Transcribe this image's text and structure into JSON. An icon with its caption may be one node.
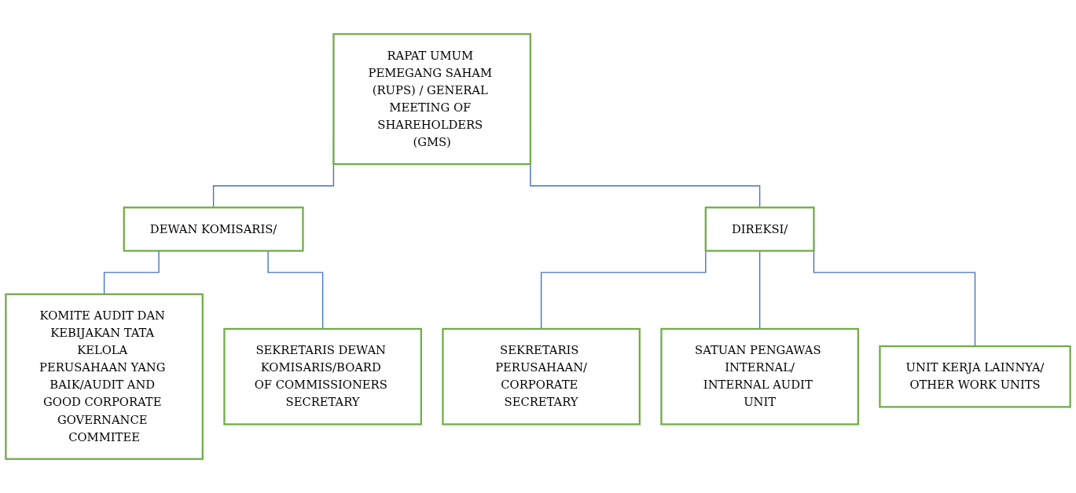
{
  "diagram": {
    "nodes": [
      {
        "text": [
          "RAPAT UMUM PEMEGANG SAHAM (RUPS) / GENERAL MEETING OF SHAREHOLDERS (GMS)"
        ]
      },
      {
        "text": [
          "DEWAN KOMISARIS/"
        ]
      },
      {
        "text": [
          "DIREKSI/"
        ]
      },
      {
        "text": [
          "KOMITE AUDIT DAN KEBIJAKAN TATA KELOLA PERUSAHAAN YANG BAIK/AUDIT AND GOOD CORPORATE GOVERNANCE COMMITEE"
        ]
      },
      {
        "text": [
          "SEKRETARIS DEWAN KOMISARIS/BOARD OF COMMISSIONERS SECRETARY"
        ]
      },
      {
        "text": [
          "SEKRETARIS PERUSAHAAN/",
          "CORPORATE SECRETARY"
        ]
      },
      {
        "text": [
          "SATUAN PENGAWAS INTERNAL/",
          "INTERNAL AUDIT UNIT"
        ]
      },
      {
        "text": [
          "UNIT KERJA LAINNYA/",
          "OTHER WORK UNITS"
        ]
      }
    ],
    "edges": [
      {
        "from": 0,
        "to": 1,
        "arrow": "none"
      },
      {
        "from": 0,
        "to": 2,
        "arrow": "none"
      },
      {
        "from": 1,
        "to": 3,
        "arrow": "none"
      },
      {
        "from": 1,
        "to": 4,
        "arrow": "none"
      },
      {
        "from": 2,
        "to": 5,
        "arrow": "none"
      },
      {
        "from": 2,
        "to": 6,
        "arrow": "none"
      },
      {
        "from": 2,
        "to": 7,
        "arrow": "none"
      }
    ]
  }
}
